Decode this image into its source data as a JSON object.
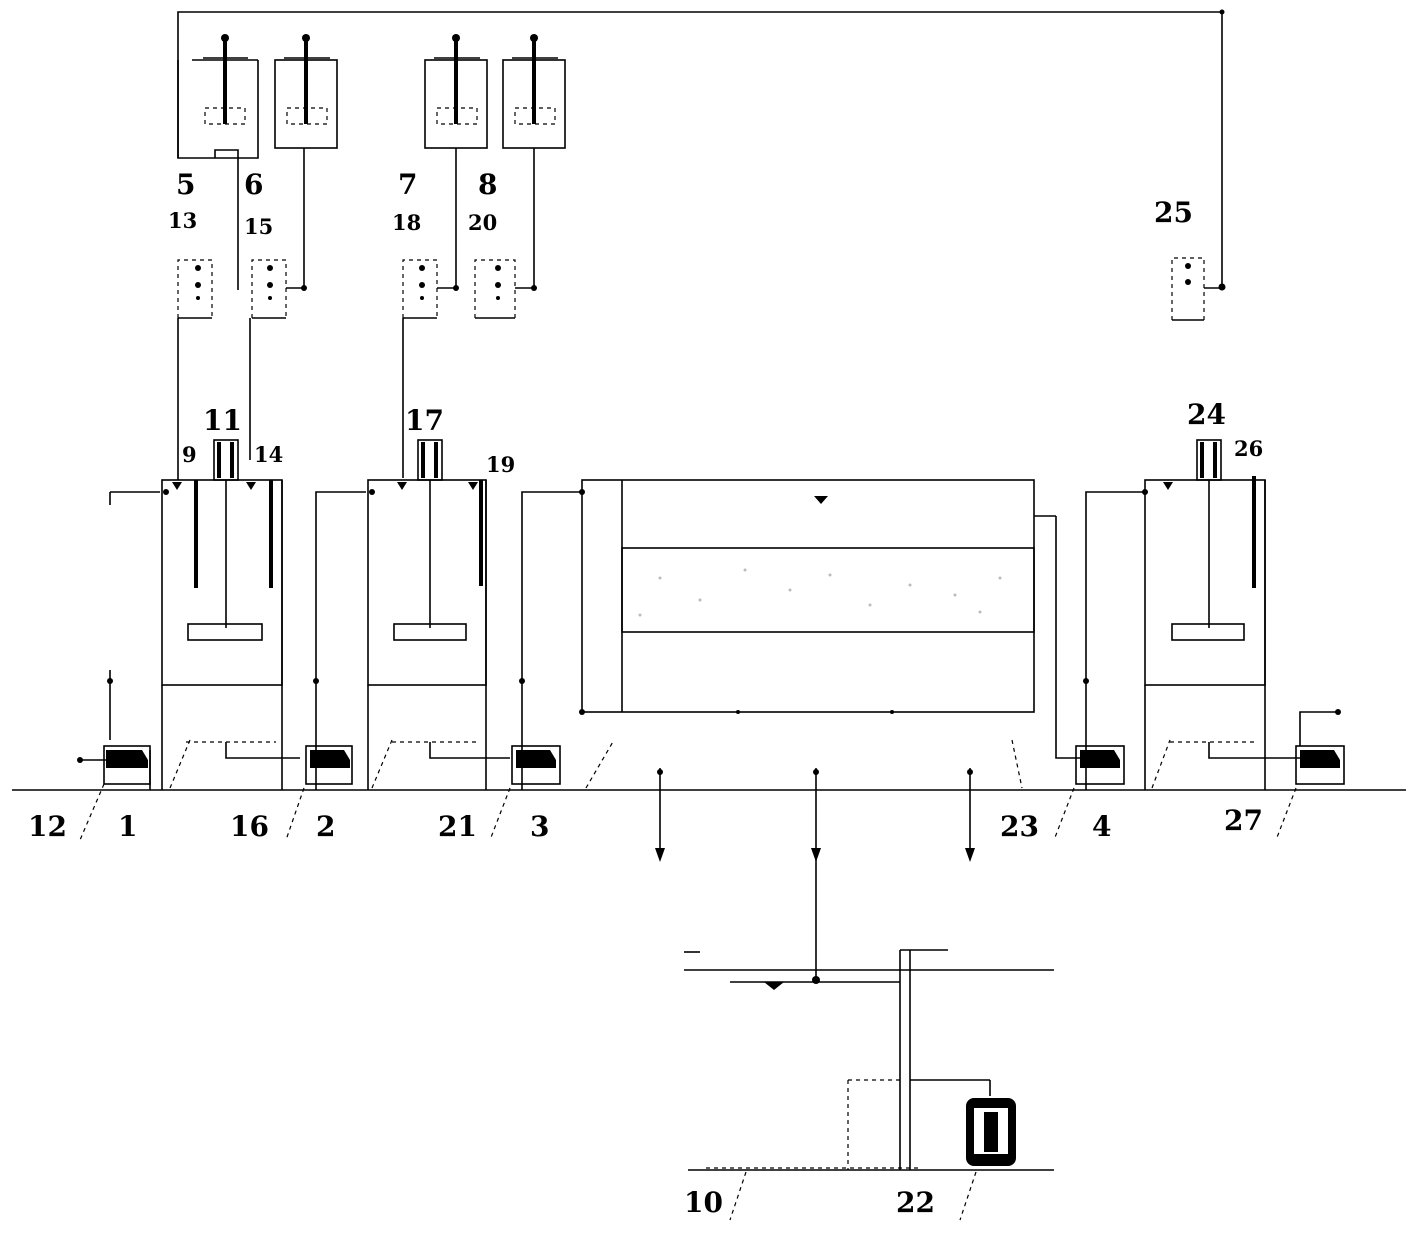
{
  "labels": {
    "l1": "1",
    "l2": "2",
    "l3": "3",
    "l4": "4",
    "l5": "5",
    "l6": "6",
    "l7": "7",
    "l8": "8",
    "l9": "9",
    "l10": "10",
    "l11": "11",
    "l12": "12",
    "l13": "13",
    "l14": "14",
    "l15": "15",
    "l16": "16",
    "l17": "17",
    "l18": "18",
    "l19": "19",
    "l20": "20",
    "l21": "21",
    "l22": "22",
    "l23": "23",
    "l24": "24",
    "l25": "25",
    "l26": "26",
    "l27": "27"
  },
  "colors": {
    "line": "#000000",
    "background": "#ffffff"
  }
}
